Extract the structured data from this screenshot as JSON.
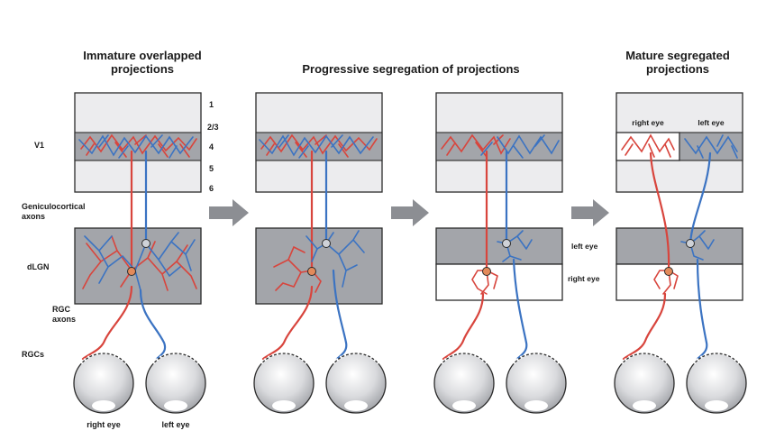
{
  "titles": {
    "immature": [
      "Immature overlapped",
      "projections"
    ],
    "progressive": "Progressive segregation of projections",
    "mature": [
      "Mature segregated",
      "projections"
    ]
  },
  "layers": {
    "l1": "1",
    "l23": "2/3",
    "l4": "4",
    "l5": "5",
    "l6": "6"
  },
  "structures": {
    "v1": "V1",
    "geniculocortical": [
      "Geniculocortical",
      "axons"
    ],
    "dlgn": "dLGN",
    "rgc_axons": [
      "RGC",
      "axons"
    ],
    "rgcs": "RGCs"
  },
  "eyes": {
    "right": "right eye",
    "left": "left eye"
  },
  "colors": {
    "right_eye": "#d8453d",
    "left_eye": "#3b73c2",
    "tissue_dark": "#a3a5aa",
    "tissue_light": "#ececee"
  },
  "icons": [
    "arrow-right-icon",
    "arrow-right-icon",
    "arrow-right-icon"
  ]
}
